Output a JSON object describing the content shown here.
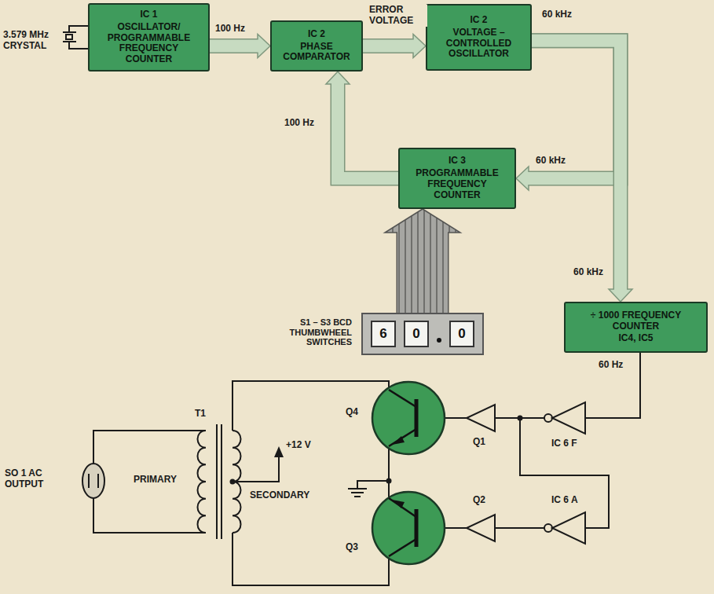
{
  "diagram": {
    "nodes": [
      {
        "text": [
          "IC 1",
          "OSCILLATOR/ PROGRAMMABLE FREQUENCY COUNTER"
        ]
      },
      {
        "text": [
          "IC 2",
          "PHASE COMPARATOR"
        ]
      },
      {
        "text": [
          "IC 2",
          "VOLTAGE – CONTROLLED OSCILLATOR"
        ]
      },
      {
        "text": [
          "IC 3",
          "PROGRAMMABLE FREQUENCY COUNTER"
        ]
      },
      {
        "text": [
          "÷ 1000 FREQUENCY COUNTER",
          "IC4, IC5"
        ]
      },
      {
        "text": [
          "S1 – S3 BCD THUMBWHEEL SWITCHES",
          "6",
          "0",
          "0"
        ]
      }
    ],
    "edges": [
      {
        "from": 0,
        "to": 1,
        "label": "100 Hz",
        "arrow": "to"
      },
      {
        "from": 1,
        "to": 2,
        "label": "ERROR VOLTAGE",
        "arrow": "to"
      },
      {
        "from": 2,
        "to": 3,
        "label": "60 kHz",
        "arrow": "to"
      },
      {
        "from": 2,
        "to": 4,
        "label": "60 kHz",
        "arrow": "to"
      },
      {
        "from": 3,
        "to": 1,
        "label": "100 Hz",
        "arrow": "to"
      },
      {
        "from": 5,
        "to": 3,
        "arrow": "to"
      }
    ],
    "labels": [
      "3.579 MHz CRYSTAL",
      "60 kHz",
      "60 Hz",
      "T1",
      "+12 V",
      "PRIMARY",
      "SECONDARY",
      "SO 1 AC OUTPUT",
      "Q4",
      "Q3",
      "Q1",
      "Q2",
      "IC 6 F",
      "IC 6 A"
    ]
  }
}
